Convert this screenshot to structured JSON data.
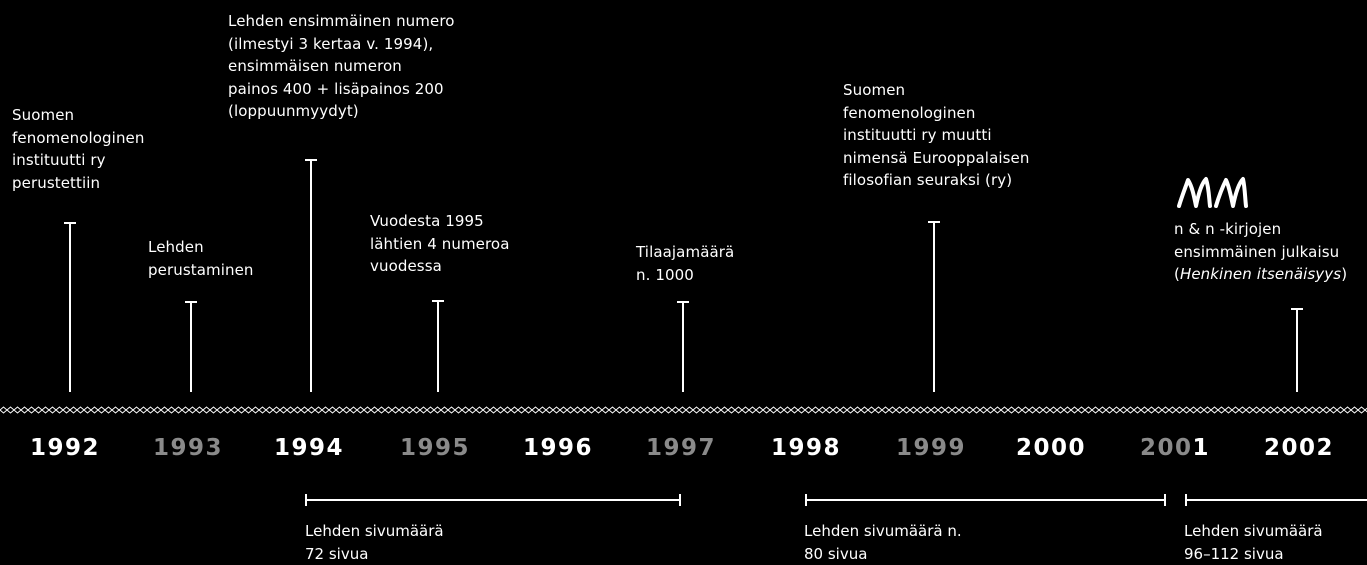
{
  "events": [
    {
      "id": "e1992",
      "text": "Suomen\nfenomenologinen\ninstituutti ry\nperustettiin"
    },
    {
      "id": "e1993",
      "text": "Lehden\nperustaminen"
    },
    {
      "id": "e1994",
      "text": "Lehden ensimmäinen numero\n(ilmestyi 3 kertaa v. 1994),\nensimmäisen numeron\npainos 400 + lisäpainos 200\n(loppuunmyydyt)"
    },
    {
      "id": "e1995",
      "text": "Vuodesta 1995\nlähtien 4 numeroa\nvuodessa"
    },
    {
      "id": "e1997",
      "text": "Tilaajamäärä\nn. 1000"
    },
    {
      "id": "e1999",
      "text": "Suomen\nfenomenologinen\ninstituutti ry muutti\nnimensä Eurooppalaisen\nfilosofian seuraksi (ry)"
    },
    {
      "id": "e2002",
      "line1": "n & n -kirjojen",
      "line2": "ensimmäinen julkaisu",
      "paren_open": "(",
      "book_title": "Henkinen itsenäisyys",
      "paren_close": ")"
    }
  ],
  "years": [
    "1992",
    "1993",
    "1994",
    "1995",
    "1996",
    "1997",
    "1998",
    "1999",
    "2000",
    "2001",
    "2002"
  ],
  "year_2001_split": {
    "dim": "200",
    "bright": "1"
  },
  "page_counts": [
    {
      "text": "Lehden sivumäärä\n72 sivua"
    },
    {
      "text": "Lehden sivumäärä n.\n80 sivua"
    },
    {
      "text": "Lehden sivumäärä\n96–112 sivua"
    }
  ],
  "colors": {
    "background": "#000000",
    "text": "#ffffff",
    "muted_year": "#8a8a8a"
  },
  "logo_icon": "nn-logo-icon"
}
